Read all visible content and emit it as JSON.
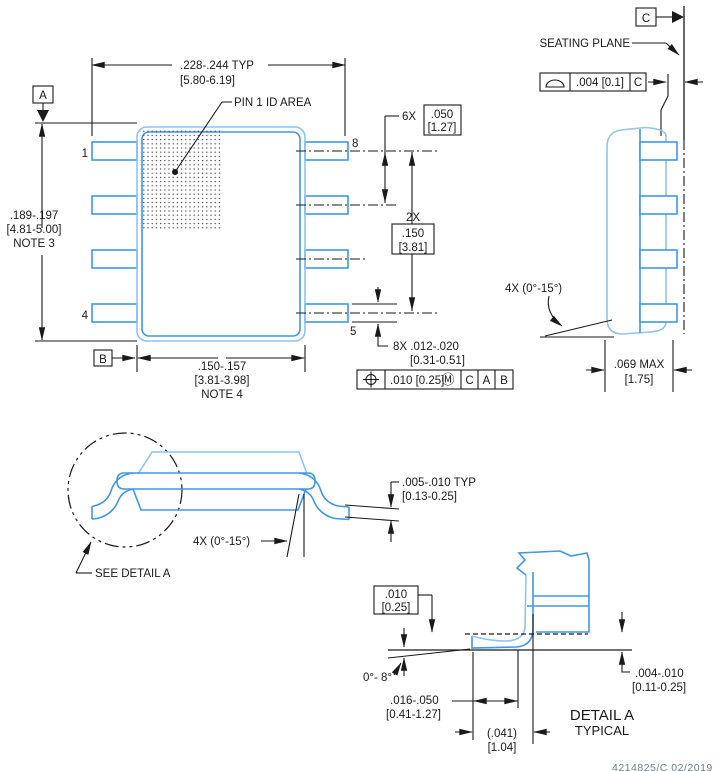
{
  "colors": {
    "line": "#1a1a1a",
    "part": "#3f97e8",
    "part_light": "#8fc3f3",
    "background": "#ffffff"
  },
  "top_view": {
    "dim_overall": {
      "in": ".228-.244  TYP",
      "mm": "[5.80-6.19]"
    },
    "pin1_id": "PIN 1 ID AREA",
    "datum_a": "A",
    "datum_b": "B",
    "dim_length": {
      "in": ".189-.197",
      "mm": "[4.81-5.00]",
      "note": "NOTE 3"
    },
    "dim_body": {
      "in": ".150-.157",
      "mm": "[3.81-3.98]",
      "note": "NOTE 4"
    },
    "dim_pitch": {
      "qty": "6X",
      "in": ".050",
      "mm": "[1.27]"
    },
    "dim_span": {
      "qty": "2X",
      "in": ".150",
      "mm": "[3.81]"
    },
    "dim_lead": {
      "in": "8X .012-.020",
      "mm": "[0.31-0.51]"
    },
    "pins": {
      "p1": "1",
      "p4": "4",
      "p5": "5",
      "p8": "8"
    },
    "fcf": {
      "tol": ".010 [0.25]",
      "mod": "Ⓜ",
      "d1": "C",
      "d2": "A",
      "d3": "B"
    }
  },
  "side_view": {
    "datum_c": "C",
    "seating_plane": "SEATING PLANE",
    "fcf": {
      "tol": ".004 [0.1]",
      "datum": "C"
    },
    "lead_angle": "4X (0°-15°)",
    "dim_height": {
      "in": ".069 MAX",
      "mm": "[1.75]"
    }
  },
  "front_view": {
    "see_detail": "SEE DETAIL A",
    "lead_angle": "4X (0°-15°)",
    "dim_standoff": {
      "in": ".005-.010  TYP",
      "mm": "[0.13-0.25]"
    }
  },
  "detail_a": {
    "title": "DETAIL A",
    "subtitle": "TYPICAL",
    "dim_gauge": {
      "in": ".010",
      "mm": "[0.25]"
    },
    "angle": "0°- 8°",
    "dim_foot": {
      "in": ".016-.050",
      "mm": "[0.41-1.27]"
    },
    "dim_ref": {
      "in": "(.041)",
      "mm": "[1.04]"
    },
    "dim_standoff": {
      "in": ".004-.010",
      "mm": "[0.11-0.25]"
    }
  },
  "footer": {
    "doc_ref": "4214825/C    02/2019"
  }
}
